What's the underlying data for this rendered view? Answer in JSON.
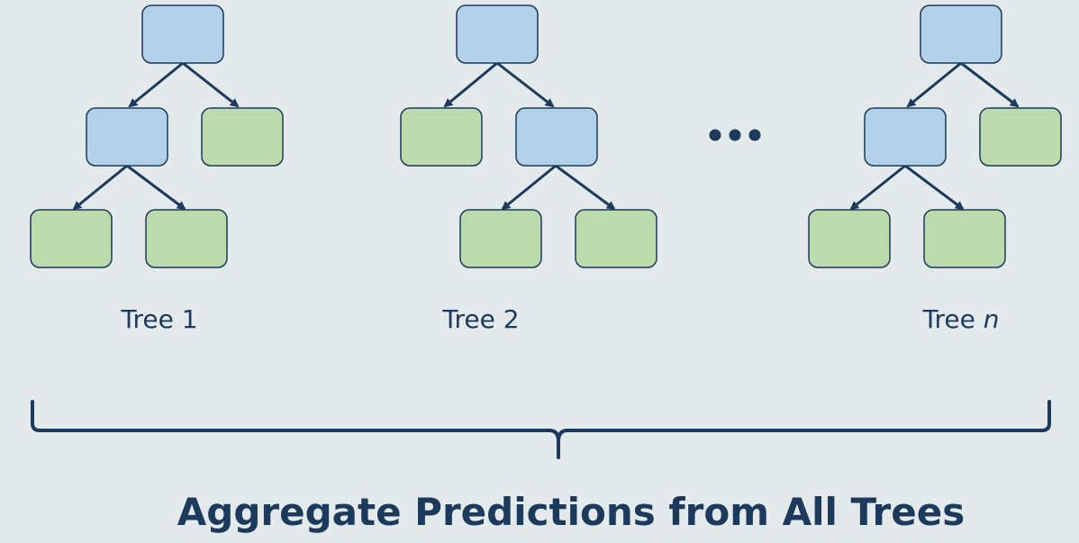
{
  "colors": {
    "background": "#e4e9ec",
    "split_node": "#b3d2ea",
    "leaf_node": "#bcdbad",
    "ink": "#1b3a5c"
  },
  "trees": [
    {
      "label": "Tree 1",
      "label_prefix": "Tree",
      "label_var": "1",
      "var_italic": false
    },
    {
      "label": "Tree 2",
      "label_prefix": "Tree",
      "label_var": "2",
      "var_italic": false
    },
    {
      "label": "Tree n",
      "label_prefix": "Tree",
      "label_var": "n",
      "var_italic": true
    }
  ],
  "ellipsis": "•••",
  "caption": "Aggregate Predictions from All Trees"
}
